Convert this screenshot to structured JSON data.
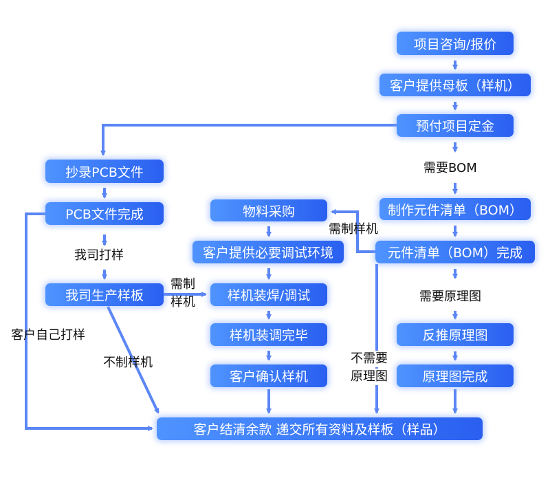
{
  "colors": {
    "line": "#5b86f5",
    "box_start": "#4f93ff",
    "box_end": "#2a5ff0"
  },
  "boxes": {
    "consult": "项目咨询/报价",
    "mother_board": "客户提供母板（样机）",
    "deposit": "预付项目定金",
    "make_bom": "制作元件清单（BOM）",
    "bom_done": "元件清单（BOM）完成",
    "reverse_schematic": "反推原理图",
    "schematic_done": "原理图完成",
    "copy_pcb": "抄录PCB文件",
    "pcb_done": "PCB文件完成",
    "our_board": "我司生产样板",
    "purchase": "物料采购",
    "debug_env": "客户提供必要调试环境",
    "assemble": "样机装焊/调试",
    "assemble_done": "样机装调完毕",
    "confirm": "客户确认样机",
    "final": "客户结清余款 递交所有资料及样板（样品）"
  },
  "labels": {
    "need_bom": "需要BOM",
    "need_schematic": "需要原理图",
    "we_proof": "我司打样",
    "need_prototype_a1": "需制",
    "need_prototype_a2": "样机",
    "need_prototype_b": "需制样机",
    "customer_proof": "客户自己打样",
    "no_prototype": "不制样机",
    "no_schematic_1": "不需要",
    "no_schematic_2": "原理图"
  }
}
